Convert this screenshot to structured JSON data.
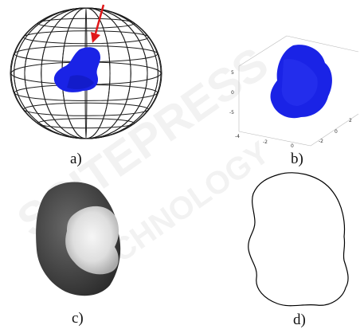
{
  "figure": {
    "watermark": "SCITEPRESS SCIENCE AND TECHNOLOGY PUBLICATIONS",
    "panels": [
      {
        "id": "a",
        "caption": "a)"
      },
      {
        "id": "b",
        "caption": "b)",
        "axis_ticks": {
          "z": [
            "5",
            "0",
            "-5"
          ],
          "x": [
            "-4",
            "-2",
            "0"
          ],
          "y": [
            "-2",
            "0",
            "2"
          ]
        }
      },
      {
        "id": "c",
        "caption": "c)"
      },
      {
        "id": "d",
        "caption": "d)"
      }
    ],
    "colors": {
      "blob": "#1a23e6",
      "arrow": "#e0181a",
      "cage": "#1c1c1c"
    }
  }
}
